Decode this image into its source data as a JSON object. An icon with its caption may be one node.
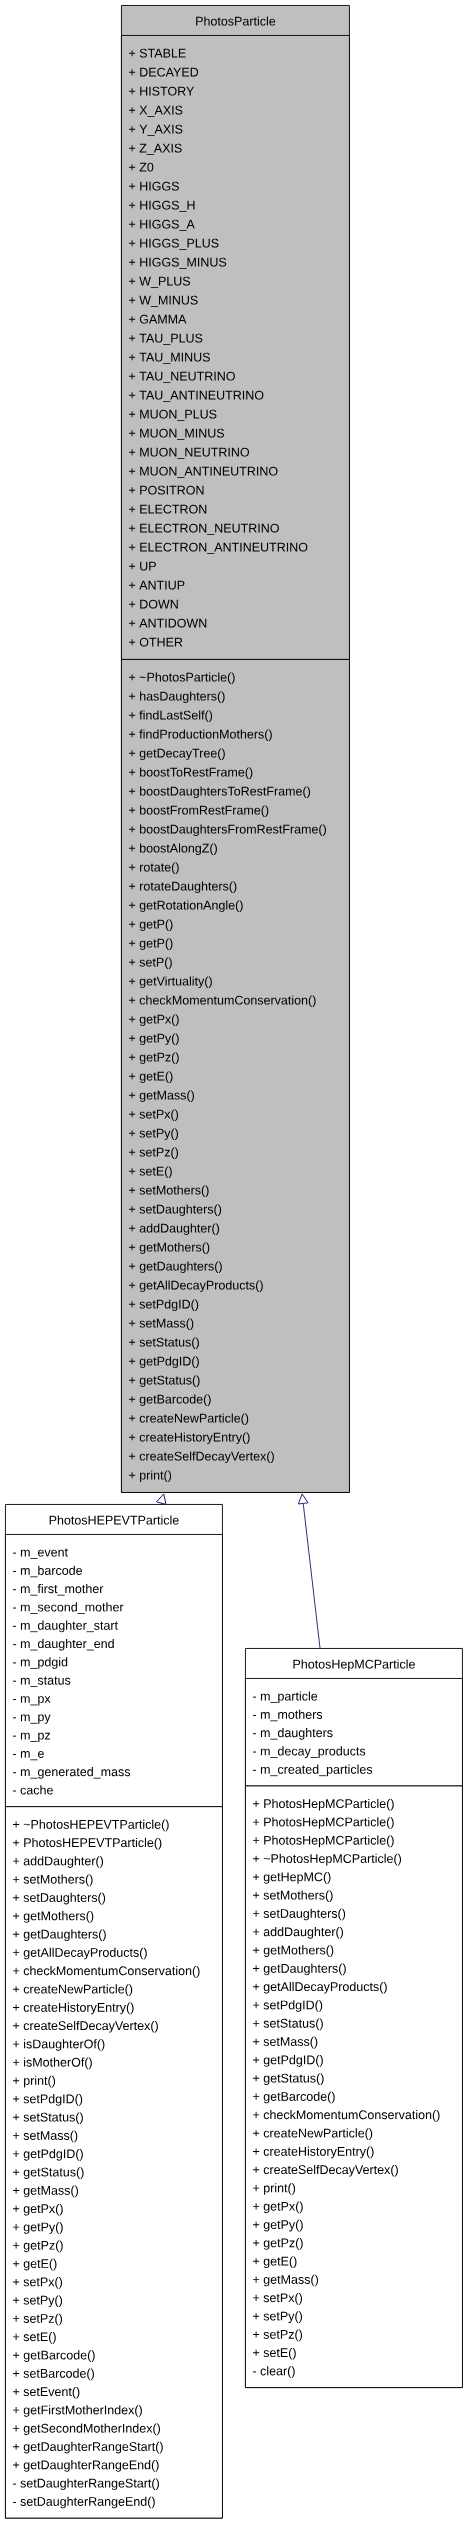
{
  "diagram": {
    "nodes": [
      {
        "text": [
          "PhotosParticle"
        ]
      },
      {
        "text": [
          "+ STABLE",
          "+ DECAYED",
          "+ HISTORY",
          "+ X_AXIS",
          "+ Y_AXIS",
          "+ Z_AXIS",
          "+ Z0",
          "+ HIGGS",
          "+ HIGGS_H",
          "+ HIGGS_A",
          "+ HIGGS_PLUS",
          "+ HIGGS_MINUS",
          "+ W_PLUS",
          "+ W_MINUS",
          "+ GAMMA",
          "+ TAU_PLUS",
          "+ TAU_MINUS",
          "+ TAU_NEUTRINO",
          "+ TAU_ANTINEUTRINO",
          "+ MUON_PLUS",
          "+ MUON_MINUS",
          "+ MUON_NEUTRINO",
          "+ MUON_ANTINEUTRINO",
          "+ POSITRON",
          "+ ELECTRON",
          "+ ELECTRON_NEUTRINO",
          "+ ELECTRON_ANTINEUTRINO",
          "+ UP",
          "+ ANTIUP",
          "+ DOWN",
          "+ ANTIDOWN",
          "+ OTHER"
        ],
        "in": 0
      },
      {
        "text": [
          "+ ~PhotosParticle()",
          "+ hasDaughters()",
          "+ findLastSelf()",
          "+ findProductionMothers()",
          "+ getDecayTree()",
          "+ boostToRestFrame()",
          "+ boostDaughtersToRestFrame()",
          "+ boostFromRestFrame()",
          "+ boostDaughtersFromRestFrame()",
          "+ boostAlongZ()",
          "+ rotate()",
          "+ rotateDaughters()",
          "+ getRotationAngle()",
          "+ getP()",
          "+ getP()",
          "+ setP()",
          "+ getVirtuality()",
          "+ checkMomentumConservation()",
          "+ getPx()",
          "+ getPy()",
          "+ getPz()",
          "+ getE()",
          "+ getMass()",
          "+ setPx()",
          "+ setPy()",
          "+ setPz()",
          "+ setE()",
          "+ setMothers()",
          "+ setDaughters()",
          "+ addDaughter()",
          "+ getMothers()",
          "+ getDaughters()",
          "+ getAllDecayProducts()",
          "+ setPdgID()",
          "+ setMass()",
          "+ setStatus()",
          "+ getPdgID()",
          "+ getStatus()",
          "+ getBarcode()",
          "+ createNewParticle()",
          "+ createHistoryEntry()",
          "+ createSelfDecayVertex()",
          "+ print()"
        ],
        "in": 0
      },
      {
        "text": [
          "PhotosHEPEVTParticle"
        ]
      },
      {
        "text": [
          "- m_event",
          "- m_barcode",
          "- m_first_mother",
          "- m_second_mother",
          "- m_daughter_start",
          "- m_daughter_end",
          "- m_pdgid",
          "- m_status",
          "- m_px",
          "- m_py",
          "- m_pz",
          "- m_e",
          "- m_generated_mass",
          "- cache"
        ],
        "in": 3
      },
      {
        "text": [
          "+ ~PhotosHEPEVTParticle()",
          "+ PhotosHEPEVTParticle()",
          "+ addDaughter()",
          "+ setMothers()",
          "+ setDaughters()",
          "+ getMothers()",
          "+ getDaughters()",
          "+ getAllDecayProducts()",
          "+ checkMomentumConservation()",
          "+ createNewParticle()",
          "+ createHistoryEntry()",
          "+ createSelfDecayVertex()",
          "+ isDaughterOf()",
          "+ isMotherOf()",
          "+ print()",
          "+ setPdgID()",
          "+ setStatus()",
          "+ setMass()",
          "+ getPdgID()",
          "+ getStatus()",
          "+ getMass()",
          "+ getPx()",
          "+ getPy()",
          "+ getPz()",
          "+ getE()",
          "+ setPx()",
          "+ setPy()",
          "+ setPz()",
          "+ setE()",
          "+ getBarcode()",
          "+ setBarcode()",
          "+ setEvent()",
          "+ getFirstMotherIndex()",
          "+ getSecondMotherIndex()",
          "+ getDaughterRangeStart()",
          "+ getDaughterRangeEnd()",
          "- setDaughterRangeStart()",
          "- setDaughterRangeEnd()"
        ],
        "in": 3
      },
      {
        "text": [
          "PhotosHepMCParticle"
        ]
      },
      {
        "text": [
          "- m_particle",
          "- m_mothers",
          "- m_daughters",
          "- m_decay_products",
          "- m_created_particles"
        ],
        "in": 6
      },
      {
        "text": [
          "+ PhotosHepMCParticle()",
          "+ PhotosHepMCParticle()",
          "+ PhotosHepMCParticle()",
          "+ ~PhotosHepMCParticle()",
          "+ getHepMC()",
          "+ setMothers()",
          "+ setDaughters()",
          "+ addDaughter()",
          "+ getMothers()",
          "+ getDaughters()",
          "+ getAllDecayProducts()",
          "+ setPdgID()",
          "+ setStatus()",
          "+ setMass()",
          "+ getPdgID()",
          "+ getStatus()",
          "+ getBarcode()",
          "+ checkMomentumConservation()",
          "+ createNewParticle()",
          "+ createHistoryEntry()",
          "+ createSelfDecayVertex()",
          "+ print()",
          "+ getPx()",
          "+ getPy()",
          "+ getPz()",
          "+ getE()",
          "+ getMass()",
          "+ setPx()",
          "+ setPy()",
          "+ setPz()",
          "+ setE()",
          "- clear()"
        ],
        "in": 6
      }
    ],
    "edges": [
      {
        "from": 3,
        "to": 0,
        "arrow": "to"
      },
      {
        "from": 6,
        "to": 0,
        "arrow": "to"
      }
    ]
  }
}
